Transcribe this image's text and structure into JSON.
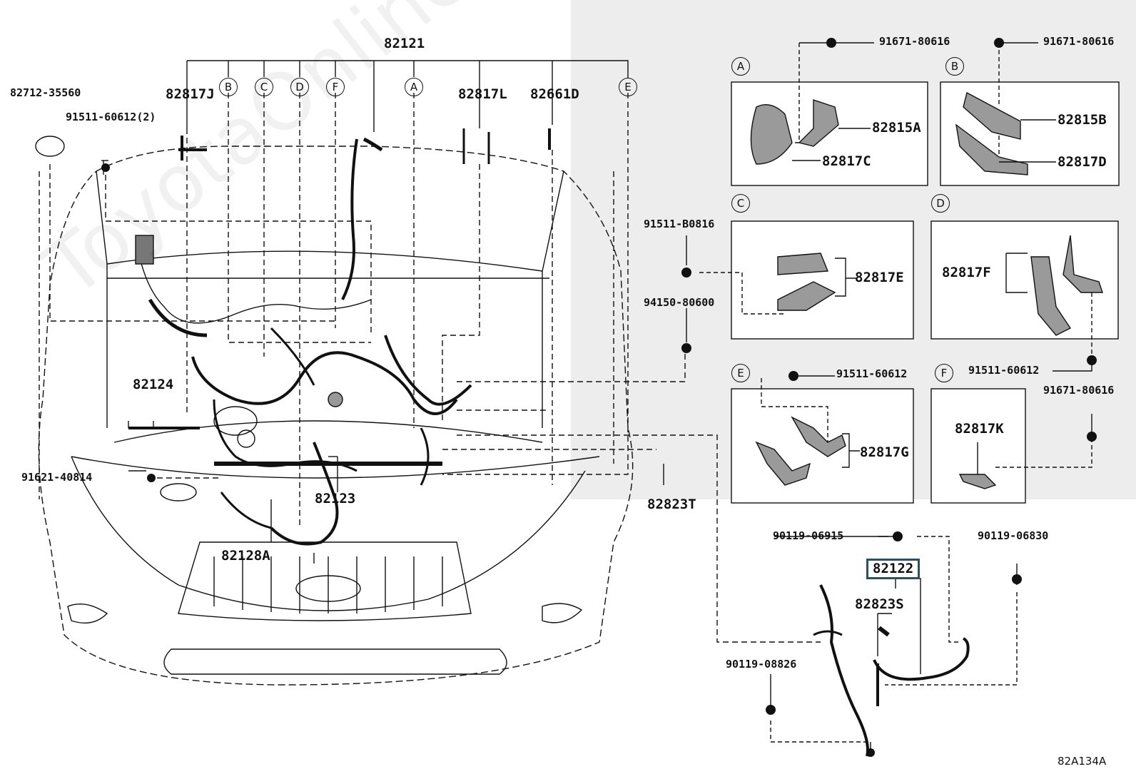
{
  "diagram": {
    "watermark": "ToyotaOnline.ru",
    "ref_code": "82A134A",
    "main_labels": {
      "harness_main": "82121",
      "clamp_j": "82817J",
      "clamp_l": "82817L",
      "clamp_d": "82661D",
      "grommet": "82712-35560",
      "bolt_left": "91511-60612(2)",
      "wire_82124": "82124",
      "bolt_91621": "91621-40814",
      "wire_82123": "82123",
      "wire_82128a": "82128A",
      "clip_82823t": "82823T"
    },
    "callouts": [
      "B",
      "C",
      "D",
      "F",
      "A",
      "E"
    ],
    "panels": {
      "A": {
        "letter": "A",
        "bolt": "91671-80616",
        "part1": "82815A",
        "part2": "82817C"
      },
      "B": {
        "letter": "B",
        "bolt": "91671-80616",
        "part1": "82815B",
        "part2": "82817D"
      },
      "C": {
        "letter": "C",
        "bolt": "91511-B0816",
        "nut": "94150-80600",
        "part1": "82817E"
      },
      "D": {
        "letter": "D",
        "part1": "82817F",
        "bolt": "91511-60612"
      },
      "E": {
        "letter": "E",
        "bolt": "91511-60612",
        "part1": "82817G"
      },
      "F": {
        "letter": "F",
        "part1": "82817K",
        "bolt": "91671-80616"
      }
    },
    "lower_right": {
      "bolt1": "90119-06915",
      "bolt2": "90119-06830",
      "highlight": "82122",
      "clip": "82823S",
      "bolt3": "90119-08826"
    }
  }
}
